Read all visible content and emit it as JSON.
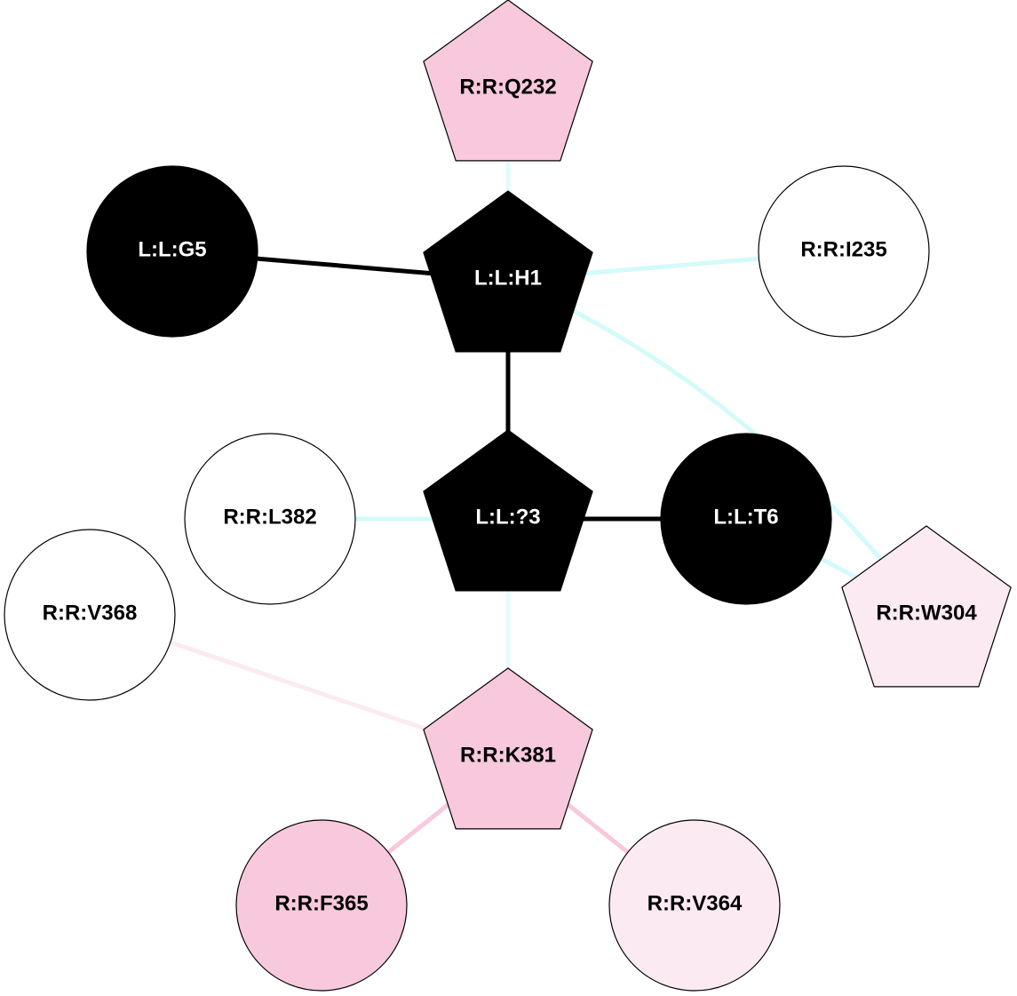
{
  "diagram": {
    "type": "residue-interaction-network",
    "nodes": [
      {
        "id": "Q232",
        "label": "R:R:Q232",
        "shape": "pentagon",
        "fill": "#f8c8dc",
        "text_color": "#000000"
      },
      {
        "id": "G5",
        "label": "L:L:G5",
        "shape": "circle",
        "fill": "#000000",
        "text_color": "#ffffff"
      },
      {
        "id": "H1",
        "label": "L:L:H1",
        "shape": "pentagon",
        "fill": "#000000",
        "text_color": "#ffffff"
      },
      {
        "id": "I235",
        "label": "R:R:I235",
        "shape": "circle",
        "fill": "#ffffff",
        "text_color": "#000000"
      },
      {
        "id": "L382",
        "label": "R:R:L382",
        "shape": "circle",
        "fill": "#ffffff",
        "text_color": "#000000"
      },
      {
        "id": "Q3",
        "label": "L:L:?3",
        "shape": "pentagon",
        "fill": "#000000",
        "text_color": "#ffffff"
      },
      {
        "id": "T6",
        "label": "L:L:T6",
        "shape": "circle",
        "fill": "#000000",
        "text_color": "#ffffff"
      },
      {
        "id": "V368",
        "label": "R:R:V368",
        "shape": "circle",
        "fill": "#ffffff",
        "text_color": "#000000"
      },
      {
        "id": "W304",
        "label": "R:R:W304",
        "shape": "pentagon",
        "fill": "#fbeaf2",
        "text_color": "#000000"
      },
      {
        "id": "K381",
        "label": "R:R:K381",
        "shape": "pentagon",
        "fill": "#f8c8dc",
        "text_color": "#000000"
      },
      {
        "id": "F365",
        "label": "R:R:F365",
        "shape": "circle",
        "fill": "#f8c8dc",
        "text_color": "#000000"
      },
      {
        "id": "V364",
        "label": "R:R:V364",
        "shape": "circle",
        "fill": "#fbeaf2",
        "text_color": "#000000"
      }
    ],
    "edges": [
      {
        "source": "G5",
        "target": "H1",
        "color": "#000000"
      },
      {
        "source": "H1",
        "target": "Q3",
        "color": "#000000"
      },
      {
        "source": "Q3",
        "target": "T6",
        "color": "#000000"
      },
      {
        "source": "Q232",
        "target": "H1",
        "color": "#e0fbfb"
      },
      {
        "source": "H1",
        "target": "I235",
        "color": "#d4fafa"
      },
      {
        "source": "H1",
        "target": "W304",
        "color": "#d4fafa",
        "curved": true
      },
      {
        "source": "T6",
        "target": "W304",
        "color": "#d4fafa"
      },
      {
        "source": "L382",
        "target": "Q3",
        "color": "#d4fafa"
      },
      {
        "source": "Q3",
        "target": "K381",
        "color": "#e6fcfc"
      },
      {
        "source": "V368",
        "target": "K381",
        "color": "#fbeaf2"
      },
      {
        "source": "K381",
        "target": "F365",
        "color": "#f8c8dc"
      },
      {
        "source": "K381",
        "target": "V364",
        "color": "#f8c8dc"
      }
    ]
  }
}
